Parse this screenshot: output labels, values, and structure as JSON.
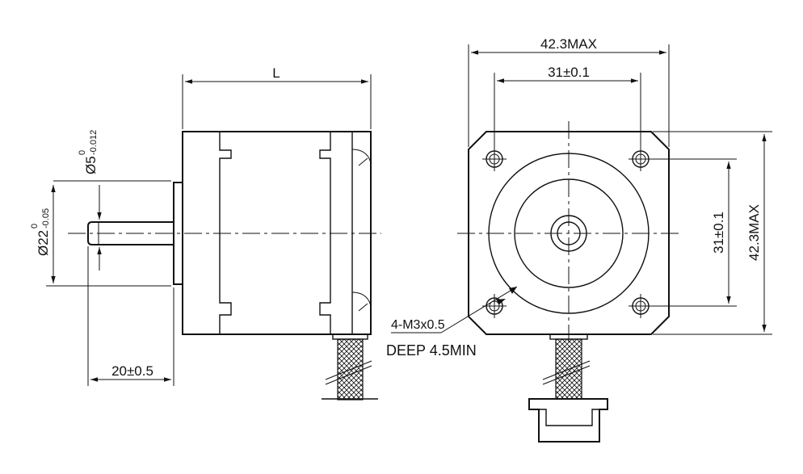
{
  "side_view": {
    "length_label": "L",
    "shaft_dia_label": "Ø5",
    "shaft_dia_upper_tol": "0",
    "shaft_dia_lower_tol": "-0.012",
    "boss_dia_label": "Ø22",
    "boss_dia_upper_tol": "0",
    "boss_dia_lower_tol": "-0.05",
    "shaft_length_label": "20±0.5"
  },
  "front_view": {
    "width_max_label": "42.3MAX",
    "hole_spacing_h_label": "31±0.1",
    "hole_spacing_v_label": "31±0.1",
    "height_max_label": "42.3MAX",
    "hole_note_line1": "4-M3x0.5",
    "hole_note_line2": "DEEP 4.5MIN"
  }
}
